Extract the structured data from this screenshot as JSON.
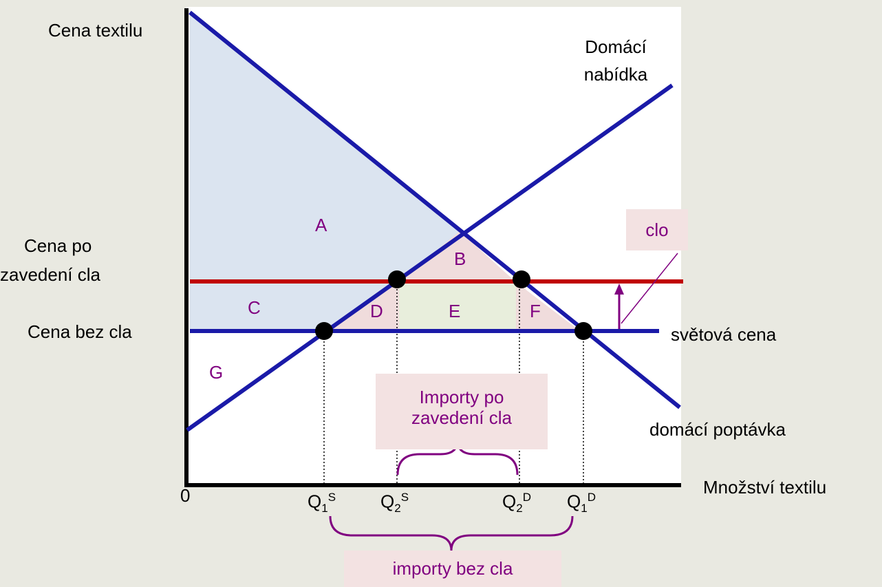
{
  "axes": {
    "y_label": "Cena textilu",
    "x_label": "Množství textilu",
    "origin": "0"
  },
  "price_labels": {
    "tariff_line1": "Cena po",
    "tariff_line2": "zavedení cla",
    "no_tariff": "Cena bez cla"
  },
  "curves": {
    "supply_line1": "Domácí",
    "supply_line2": "nabídka",
    "demand": "domácí poptávka",
    "world_price": "světová cena"
  },
  "tariff": {
    "label": "clo"
  },
  "areas": [
    "A",
    "B",
    "C",
    "D",
    "E",
    "F",
    "G"
  ],
  "quantities": [
    {
      "base": "Q",
      "sub": "1",
      "sup": "S"
    },
    {
      "base": "Q",
      "sub": "2",
      "sup": "S"
    },
    {
      "base": "Q",
      "sub": "2",
      "sup": "D"
    },
    {
      "base": "Q",
      "sub": "1",
      "sup": "D"
    }
  ],
  "imports": {
    "with_tariff_line1": "Importy po",
    "with_tariff_line2": "zavedení cla",
    "without_tariff": "importy bez cla"
  },
  "colors": {
    "curve_blue": "#1a1aa8",
    "tariff_red": "#c00000",
    "area_blue_fill": "#dbe4f0",
    "area_pink_fill": "#f0dcdc",
    "area_green_fill": "#e8eedc",
    "label_purple": "#800080",
    "background": "#e9e9e1",
    "plot_background": "#ffffff"
  }
}
